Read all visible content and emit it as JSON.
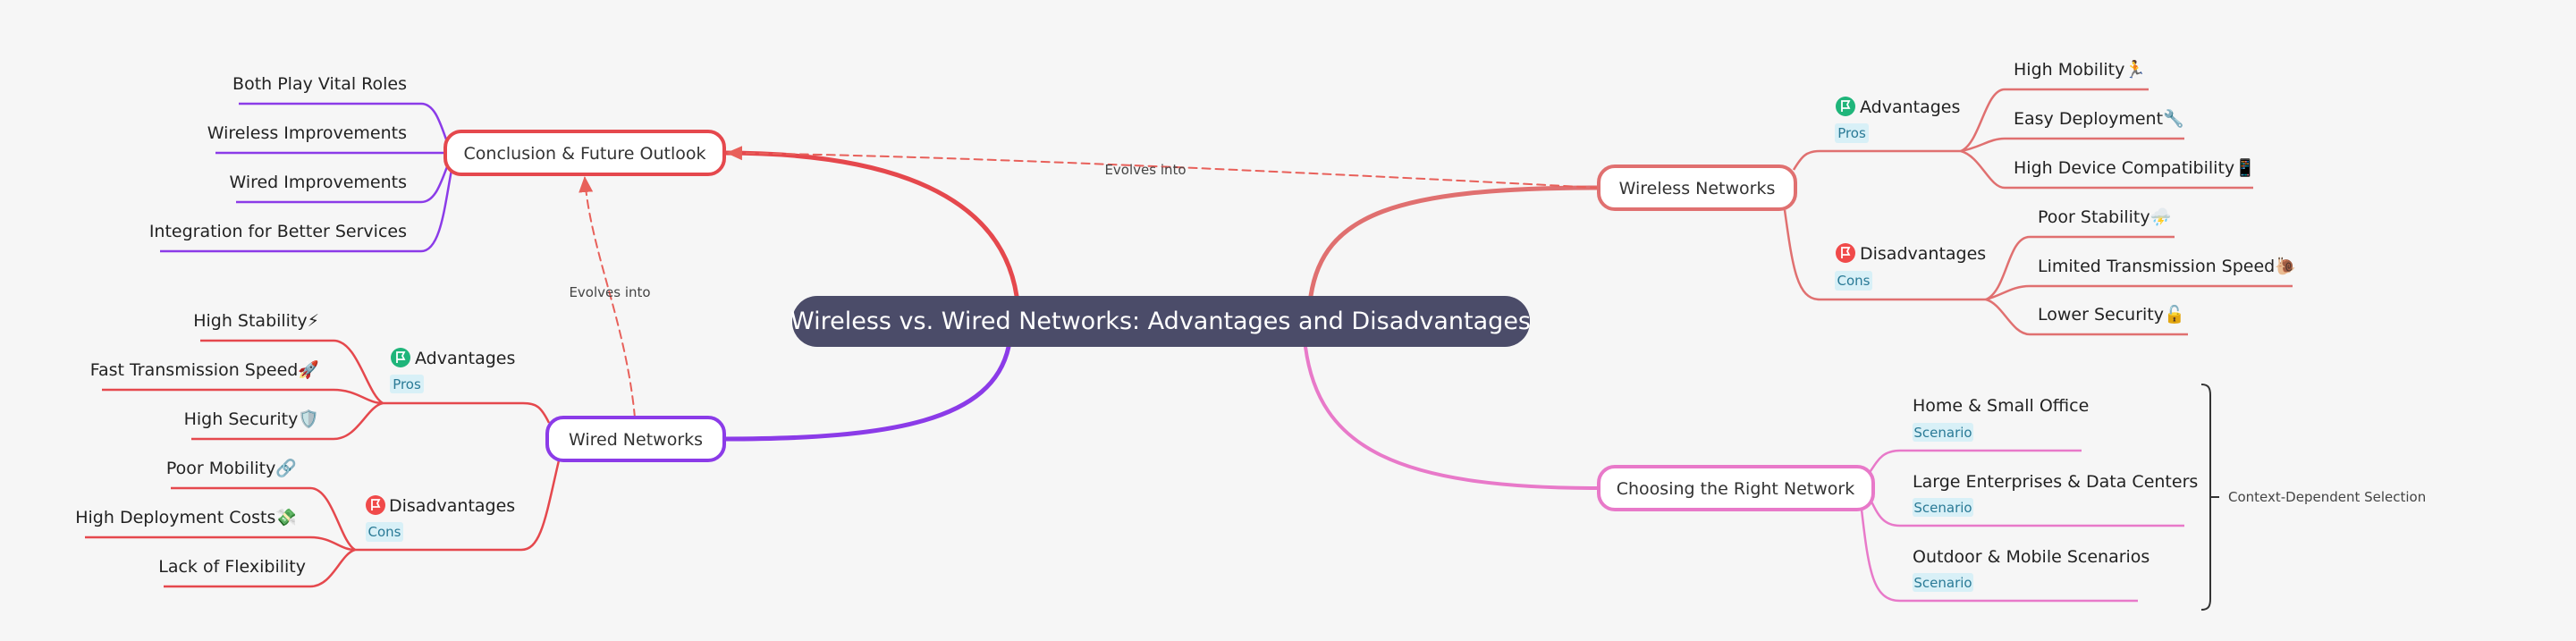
{
  "root": {
    "label": "Wireless vs. Wired Networks: Advantages and Disadvantages",
    "color": "#4b4c69"
  },
  "conclusion": {
    "label": "Conclusion & Future Outlook",
    "color": "#e5484d",
    "leaf_color": "#8b3be8",
    "items": [
      "Both Play Vital Roles",
      "Wireless Improvements",
      "Wired Improvements",
      "Integration for Better Services"
    ]
  },
  "wired": {
    "label": "Wired Networks",
    "color": "#8b3be8",
    "branch_color": "#e5484d",
    "advantages": {
      "label": "Advantages",
      "tag": "Pros",
      "icon": "green-flag-icon",
      "items": [
        "High Stability⚡",
        "Fast Transmission Speed🚀",
        "High Security🛡️"
      ]
    },
    "disadvantages": {
      "label": "Disadvantages",
      "tag": "Cons",
      "icon": "red-flag-icon",
      "items": [
        "Poor Mobility🔗",
        "High Deployment Costs💸",
        "Lack of Flexibility"
      ]
    }
  },
  "wireless": {
    "label": "Wireless Networks",
    "color": "#e07070",
    "advantages": {
      "label": "Advantages",
      "tag": "Pros",
      "icon": "green-flag-icon",
      "items": [
        "High Mobility🏃",
        "Easy Deployment🔧",
        "High Device Compatibility📱"
      ]
    },
    "disadvantages": {
      "label": "Disadvantages",
      "tag": "Cons",
      "icon": "red-flag-icon",
      "items": [
        "Poor Stability⛈️",
        "Limited Transmission Speed🐌",
        "Lower Security🔓"
      ]
    }
  },
  "choosing": {
    "label": "Choosing the Right Network",
    "color": "#e879c9",
    "items": [
      {
        "label": "Home & Small Office",
        "tag": "Scenario"
      },
      {
        "label": "Large Enterprises & Data Centers",
        "tag": "Scenario"
      },
      {
        "label": "Outdoor & Mobile Scenarios",
        "tag": "Scenario"
      }
    ],
    "summary": "Context-Dependent Selection"
  },
  "relations": [
    {
      "label": "Evolves into",
      "from": "Wireless Networks",
      "to": "Conclusion & Future Outlook"
    },
    {
      "label": "Evolves into",
      "from": "Wired Networks",
      "to": "Conclusion & Future Outlook"
    }
  ],
  "colors": {
    "background": "#f6f6f6",
    "relation": "#e8605a",
    "tag_bg": "#d8f0f7",
    "flag_green": "#1fb57a",
    "flag_red": "#f04a4a"
  }
}
